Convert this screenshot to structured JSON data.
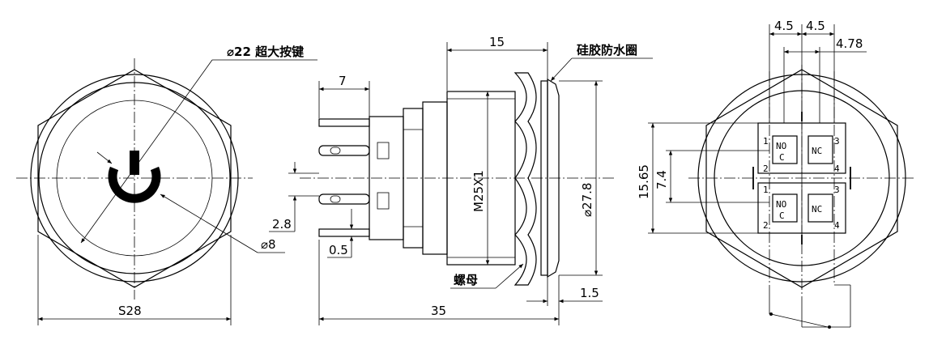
{
  "front_view": {
    "button_label": "⌀22 超大按键",
    "led_label": "⌀8",
    "hex_label": "S28"
  },
  "side_view": {
    "terminal_len": "7",
    "thread_len": "15",
    "seal_label": "硅胶防水圈",
    "thread_label": "M25X1",
    "diameter_label": "⌀27.8",
    "pin_pitch": "2.8",
    "pin_thickness": "0.5",
    "nut_label": "螺母",
    "seal_thickness": "1.5",
    "total_len": "35"
  },
  "back_view": {
    "dim_a": "4.5",
    "dim_b": "4.5",
    "dim_c": "4.78",
    "dim_height": "15.65",
    "dim_inner": "7.4",
    "switch_upper": {
      "pin1": "1",
      "pin2": "2",
      "pin3": "3",
      "pin4": "4",
      "no": "NO",
      "c": "C",
      "nc": "NC"
    },
    "switch_lower": {
      "pin1": "1",
      "pin2": "2",
      "pin3": "3",
      "pin4": "4",
      "no": "NO",
      "c": "C",
      "nc": "NC"
    }
  }
}
